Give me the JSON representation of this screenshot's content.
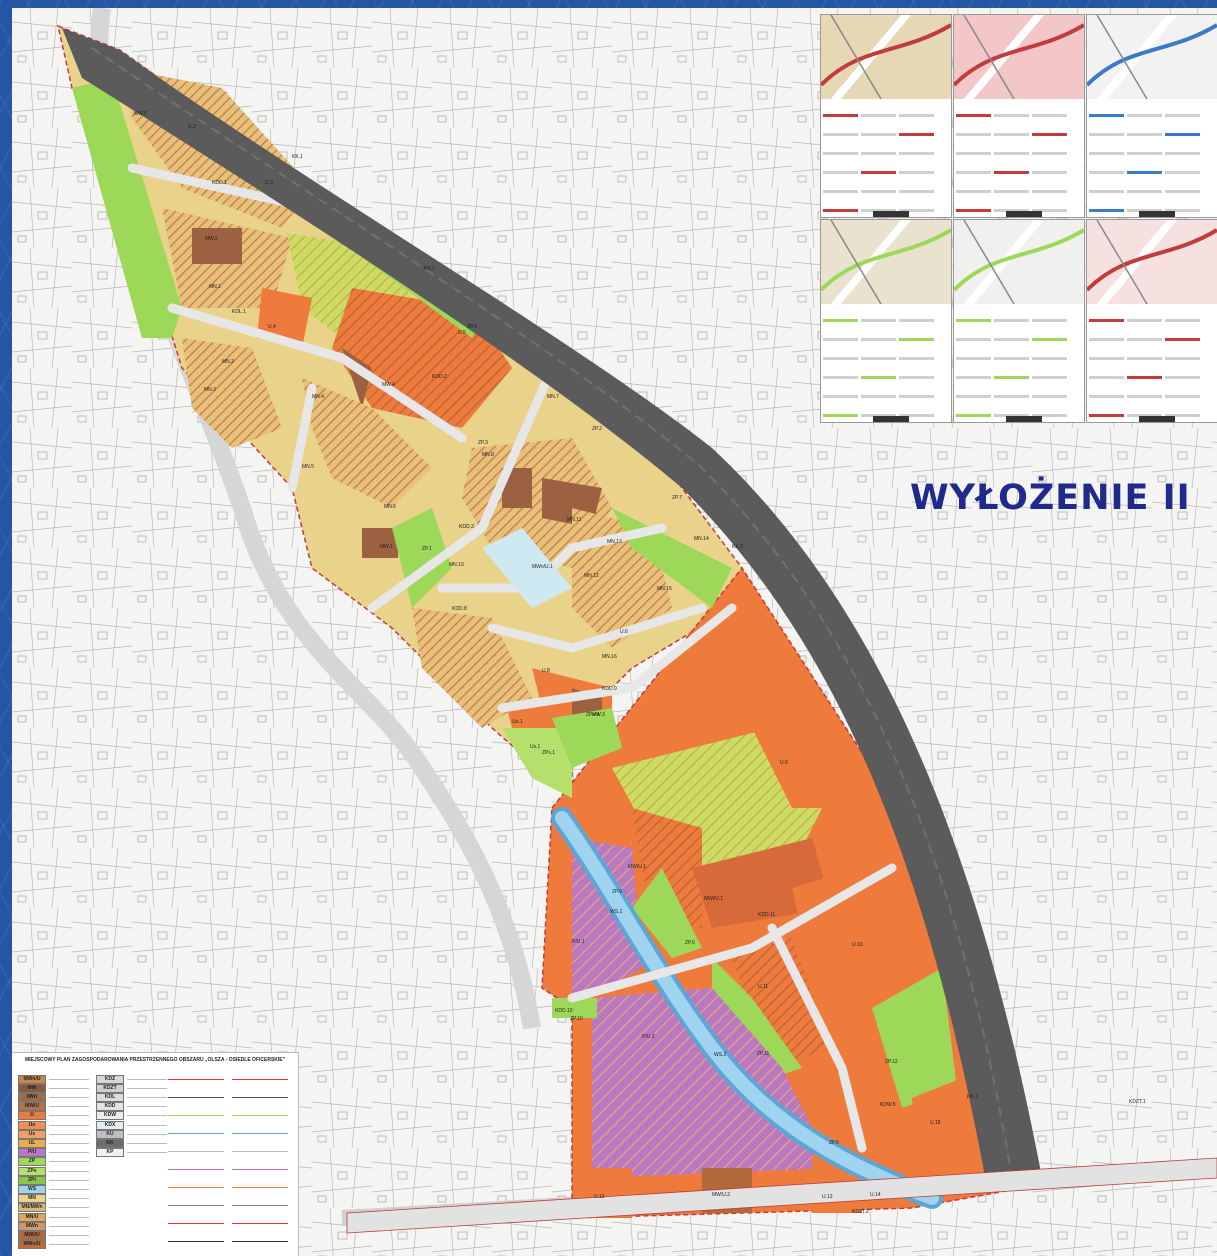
{
  "stamp": {
    "text": "WYŁOŻENIE II"
  },
  "legend": {
    "title": "MIEJSCOWY PLAN ZAGOSPODAROWANIA PRZESTRZENNEGO OBSZARU „OLSZA - OSIEDLE OFICERSKIE\"",
    "symbols": [
      {
        "code": "MWn/U",
        "color": "#c8854b"
      },
      {
        "code": "MW",
        "color": "#8b5a3c"
      },
      {
        "code": "MWi",
        "color": "#a06b45"
      },
      {
        "code": "MW/U",
        "color": "#b4744a"
      },
      {
        "code": "U",
        "color": "#ee7a3c"
      },
      {
        "code": "Uo",
        "color": "#f08f53"
      },
      {
        "code": "Us",
        "color": "#f2a06a"
      },
      {
        "code": "UL",
        "color": "#e6b04d"
      },
      {
        "code": "P/U",
        "color": "#b778c4"
      },
      {
        "code": "ZP",
        "color": "#9ed858"
      },
      {
        "code": "ZPs",
        "color": "#b5e06b"
      },
      {
        "code": "ZPi",
        "color": "#86c84b"
      },
      {
        "code": "WS",
        "color": "#9fd3ef"
      },
      {
        "code": "MN",
        "color": "#e9d28a"
      },
      {
        "code": "MN/MWn",
        "color": "#dbb77a"
      },
      {
        "code": "MN/U",
        "color": "#e0a560"
      },
      {
        "code": "MWn",
        "color": "#c99a6c"
      },
      {
        "code": "MWi/U",
        "color": "#b06a3a"
      },
      {
        "code": "MWn/U",
        "color": "#c0683a"
      },
      {
        "code": "KDZ",
        "color": "#d7d7d7"
      },
      {
        "code": "KDZT",
        "color": "#cfcfcf"
      },
      {
        "code": "KDL",
        "color": "#dcdcdc"
      },
      {
        "code": "KDD",
        "color": "#e4e4e4"
      },
      {
        "code": "KDW",
        "color": "#ececec"
      },
      {
        "code": "KDX",
        "color": "#e0eef2"
      },
      {
        "code": "KU",
        "color": "#bfbfbf"
      },
      {
        "code": "KK",
        "color": "#6d6d6d"
      },
      {
        "code": "KP",
        "color": "#f1f1f1"
      }
    ]
  },
  "colors": {
    "railway": "#5b5b5b",
    "residential_low": "#e9d28a",
    "residential_multi": "#a56a45",
    "services": "#ee7a3c",
    "green": "#9ed858",
    "industrial": "#b778c4",
    "water": "#9fd3ef",
    "road": "#e7e7e7"
  },
  "map_labels": {
    "rail": [
      "KK.1",
      "KK.2",
      "KK.3",
      "KK.1"
    ],
    "services": [
      "U.2",
      "U.3",
      "U.4",
      "U.5",
      "U.6",
      "U.8",
      "U.9",
      "U.10",
      "U.11",
      "U.12",
      "U.13",
      "U.14",
      "U.15",
      "Us.1",
      "Uo.1"
    ],
    "residential": [
      "MN.1",
      "MN.2",
      "MN.3",
      "MN.4",
      "MN.5",
      "MN.6",
      "MN.7",
      "MN.8",
      "MN.10",
      "MN.11",
      "MN.12",
      "MN.13",
      "MN.14",
      "MN.15",
      "MN.16",
      "MW.1",
      "MW.2",
      "MW.3",
      "MW.4",
      "MW.5",
      "MWi/U.1",
      "MW/U.1",
      "MW/U.2",
      "MWn/U.1"
    ],
    "green": [
      "ZP.1",
      "ZP.2",
      "ZP.3",
      "ZP.4",
      "ZP.5",
      "ZP.6",
      "ZP.7",
      "ZP.9",
      "ZP.10",
      "ZP.11",
      "ZP.12",
      "ZPs.1",
      "ZPs.4"
    ],
    "industrial": [
      "P/U.1",
      "P/U.2"
    ],
    "water": [
      "WS.1",
      "WS.2"
    ],
    "roads": [
      "KDD.1",
      "KDD.2",
      "KDD.3",
      "KDD.8",
      "KDD.9",
      "KDD.10",
      "KDD.11",
      "KDL.1",
      "KDW.5",
      "KDZT.1",
      "KDZT.2"
    ]
  }
}
